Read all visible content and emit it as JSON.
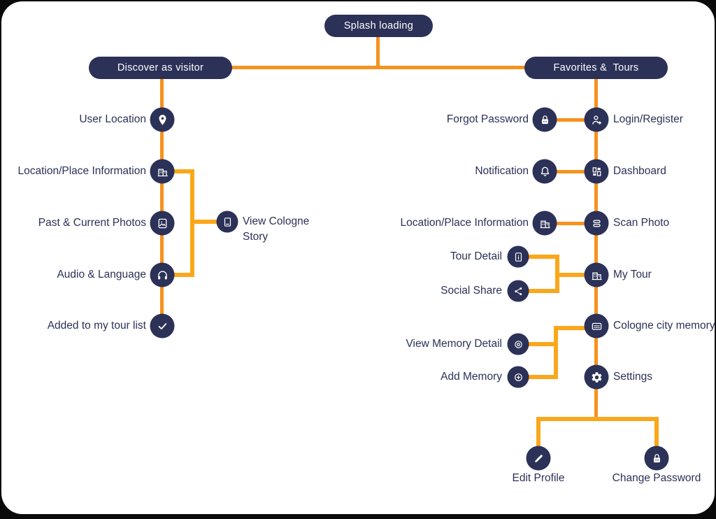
{
  "colors": {
    "navy": "#2B3157",
    "line_orange": "#F6921E",
    "line_gold": "#FBA71B",
    "canvas": "#ffffff",
    "backdrop": "#0a0a0a",
    "icon_color": "#ffffff"
  },
  "pills": {
    "splash": {
      "label": "Splash loading"
    },
    "discover": {
      "label": "Discover as visitor"
    },
    "favorites": {
      "label": "Favorites &  Tours"
    }
  },
  "nodes": {
    "user_location": {
      "label": "User Location",
      "icon": "location-pin-icon"
    },
    "location_place_information_left": {
      "label": "Location/Place Information",
      "icon": "building-icon"
    },
    "past_current_photos": {
      "label": "Past & Current Photos",
      "icon": "photo-document-icon"
    },
    "audio_language": {
      "label": "Audio & Language",
      "icon": "headphones-icon"
    },
    "added_to_my_tour_list": {
      "label": "Added to my tour list",
      "icon": "check-icon"
    },
    "view_cologne_story": {
      "label": "View Cologne Story",
      "icon": "book-icon"
    },
    "forgot_password": {
      "label": "Forgot Password",
      "icon": "lock-icon"
    },
    "login_register": {
      "label": "Login/Register",
      "icon": "person-login-icon"
    },
    "notification": {
      "label": "Notification",
      "icon": "bell-icon"
    },
    "dashboard": {
      "label": "Dashboard",
      "icon": "dashboard-grid-icon"
    },
    "location_place_information_right": {
      "label": "Location/Place Information",
      "icon": "building-icon"
    },
    "scan_photo": {
      "label": "Scan Photo",
      "icon": "scan-lines-icon"
    },
    "tour_detail": {
      "label": "Tour Detail",
      "icon": "document-info-icon"
    },
    "social_share": {
      "label": "Social Share",
      "icon": "share-icon"
    },
    "my_tour": {
      "label": "My Tour",
      "icon": "building-icon"
    },
    "cologne_city_memory": {
      "label": "Cologne city memory",
      "icon": "memory-card-icon"
    },
    "view_memory_detail": {
      "label": "View Memory Detail",
      "icon": "eye-icon"
    },
    "add_memory": {
      "label": "Add Memory",
      "icon": "plus-circle-icon"
    },
    "settings": {
      "label": "Settings",
      "icon": "gear-icon"
    },
    "edit_profile": {
      "label": "Edit Profile",
      "icon": "pencil-icon"
    },
    "change_password": {
      "label": "Change Password",
      "icon": "lock-icon"
    }
  }
}
